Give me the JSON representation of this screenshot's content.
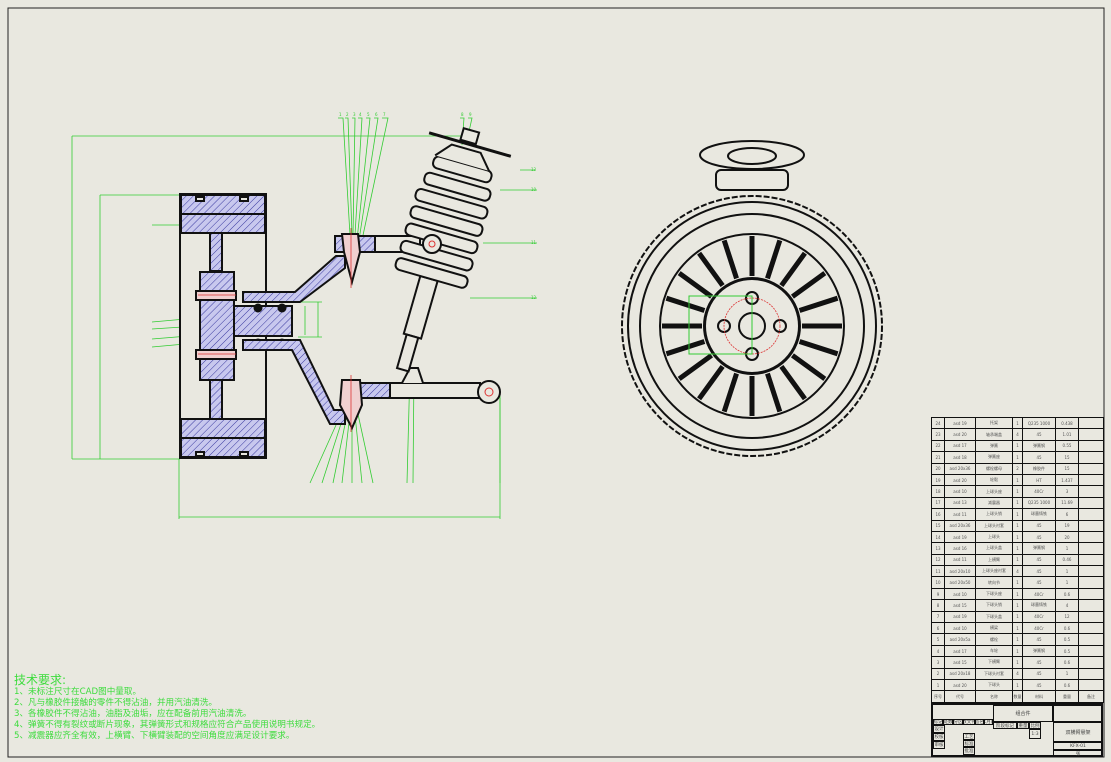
{
  "tech_requirements": {
    "title": "技术要求:",
    "items": [
      "1、未标注尺寸在CAD图中量取。",
      "2、凡与橡胶件接触的零件不得沾油，并用汽油清洗。",
      "3、各橡胶件不得沾油，油脂及油垢，应在配备前用汽油清洗。",
      "4、弹簧不得有裂纹或断片现象，其弹簧形式和规格应符合产品使用说明书规定。",
      "5、减震器应齐全有效，上横臂、下横臂装配的空间角度应满足设计要求。"
    ]
  },
  "balloons_top": [
    "1",
    "2",
    "3",
    "4",
    "5",
    "6",
    "7",
    "8",
    "9"
  ],
  "balloons_right": [
    "10",
    "11",
    "12",
    "13"
  ],
  "bom": {
    "header": [
      "序号",
      "代号",
      "名称",
      "数量",
      "材料",
      "重量",
      "备注"
    ],
    "rows": [
      [
        "24",
        "asd 19",
        "托架",
        "1",
        "Q235 1000",
        "0.438",
        ""
      ],
      [
        "23",
        "asd 20",
        "轴承端盖",
        "4",
        "45",
        "1.01",
        ""
      ],
      [
        "22",
        "asd 17",
        "弹簧",
        "1",
        "弹簧钢",
        "0.55",
        ""
      ],
      [
        "21",
        "asd 18",
        "弹簧座",
        "1",
        "45",
        "15",
        ""
      ],
      [
        "20",
        "asd 20x36",
        "螺栓螺母",
        "2",
        "橡胶件",
        "15",
        ""
      ],
      [
        "19",
        "asd 20",
        "轮毂",
        "1",
        "HT",
        "1.437",
        ""
      ],
      [
        "18",
        "asd 10",
        "上球头座",
        "1",
        "40Cr",
        "3",
        ""
      ],
      [
        "17",
        "asd 13",
        "减震器",
        "1",
        "Q235 1000",
        "11.69",
        ""
      ],
      [
        "16",
        "asd 11",
        "上球头销",
        "1",
        "球墨铸铁",
        "6",
        ""
      ],
      [
        "15",
        "asd 20x36",
        "上球头衬套",
        "1",
        "45",
        "19",
        ""
      ],
      [
        "14",
        "asd 19",
        "上球头",
        "1",
        "45",
        "20",
        ""
      ],
      [
        "13",
        "asd 16",
        "上球头盖",
        "1",
        "弹簧钢",
        "1",
        ""
      ],
      [
        "12",
        "asd 11",
        "上横臂",
        "1",
        "45",
        "0.46",
        ""
      ],
      [
        "11",
        "asd 20x10",
        "上球头座衬套",
        "4",
        "45",
        "1",
        ""
      ],
      [
        "10",
        "asd 20x50",
        "转向节",
        "1",
        "45",
        "1",
        ""
      ],
      [
        "9",
        "asd 10",
        "下球头座",
        "1",
        "40Cr",
        "0.6",
        ""
      ],
      [
        "8",
        "asd 15",
        "下球头销",
        "1",
        "球墨铸铁",
        "4",
        ""
      ],
      [
        "7",
        "asd 19",
        "下球头盖",
        "1",
        "40Cr",
        "12",
        ""
      ],
      [
        "6",
        "asd 10",
        "横梁",
        "1",
        "40Cr",
        "0.6",
        ""
      ],
      [
        "5",
        "asd 20x5a",
        "螺栓",
        "1",
        "45",
        "0.5",
        ""
      ],
      [
        "4",
        "asd 17",
        "车轮",
        "1",
        "弹簧钢",
        "0.5",
        ""
      ],
      [
        "3",
        "asd 15",
        "下横臂",
        "1",
        "45",
        "0.6",
        ""
      ],
      [
        "2",
        "asd 20x18",
        "下球头衬套",
        "4",
        "45",
        "1",
        ""
      ],
      [
        "1",
        "asd 20",
        "下球头",
        "1",
        "45",
        "0.6",
        ""
      ]
    ]
  },
  "title_block": {
    "assembly": "组合件",
    "drawing_name": "双横臂悬架",
    "drawing_no": "KFX-01",
    "stage_mark": "阶段标记",
    "weight": "重量",
    "scale": "比例",
    "scale_value": "1:3",
    "mark": "标记",
    "count": "处数",
    "zone": "分区",
    "change_doc": "更改文件号",
    "signature": "签名",
    "date": "年月日",
    "design": "设计",
    "check": "校核",
    "review": "审核",
    "process": "工艺",
    "standard": "标准",
    "approve": "批准",
    "sheet": "张"
  }
}
